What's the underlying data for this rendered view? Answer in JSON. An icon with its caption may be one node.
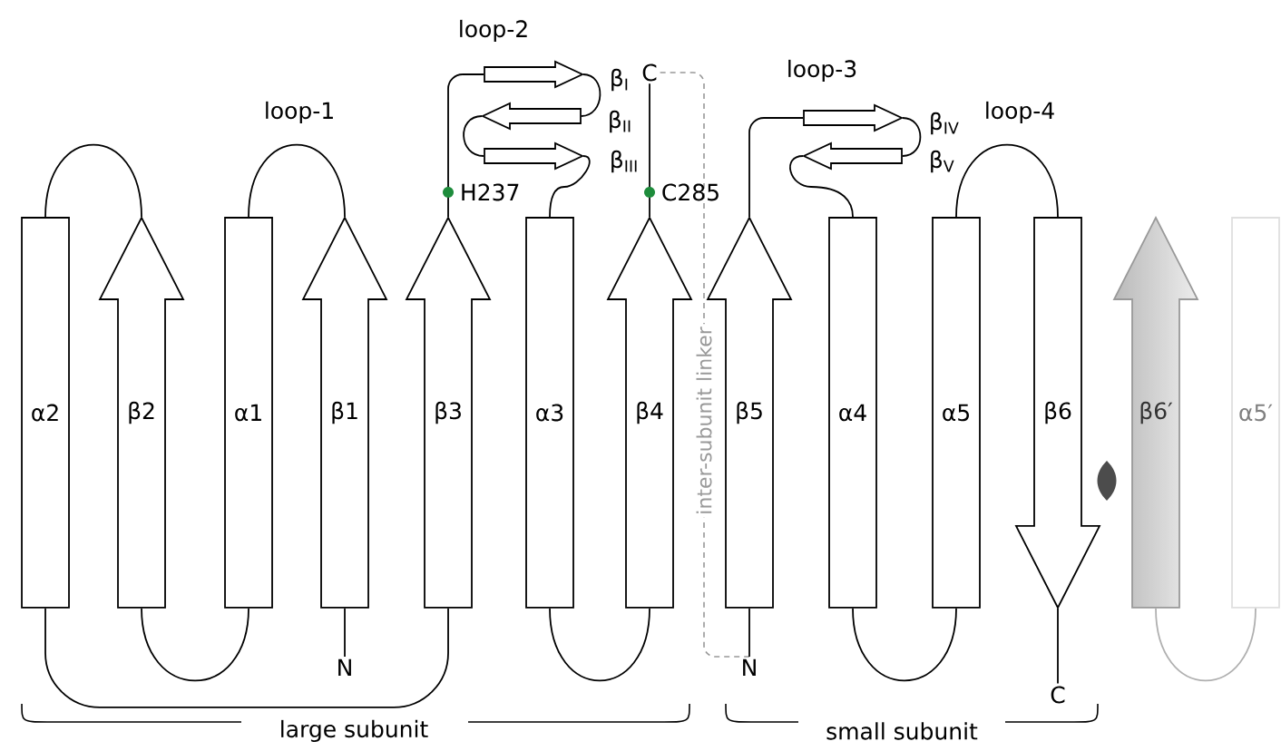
{
  "diagram": {
    "nodes": [
      {
        "text": [
          "α2"
        ]
      },
      {
        "text": [
          "β2"
        ]
      },
      {
        "text": [
          "α1"
        ]
      },
      {
        "text": [
          "β1"
        ]
      },
      {
        "text": [
          "β3"
        ]
      },
      {
        "text": [
          "α3"
        ]
      },
      {
        "text": [
          "β4"
        ]
      },
      {
        "text": [
          "β5"
        ]
      },
      {
        "text": [
          "α4"
        ]
      },
      {
        "text": [
          "α5"
        ]
      },
      {
        "text": [
          "β6"
        ]
      },
      {
        "text": [
          "β6′"
        ]
      },
      {
        "text": [
          "α5′"
        ]
      },
      {
        "text": [
          "β$_{I}$"
        ]
      },
      {
        "text": [
          "β$_{II}$"
        ]
      },
      {
        "text": [
          "β$_{III}$"
        ]
      },
      {
        "text": [
          "β$_{IV}$"
        ]
      },
      {
        "text": [
          "β$_{V}$"
        ]
      },
      {
        "text": [
          "N"
        ]
      },
      {
        "text": [
          "C"
        ]
      },
      {
        "text": [
          "N"
        ]
      },
      {
        "text": [
          "C"
        ]
      }
    ],
    "edges": [
      {
        "from": 18,
        "to": 3,
        "arrow": "none"
      },
      {
        "from": 3,
        "to": 2,
        "arrow": "none"
      },
      {
        "from": 2,
        "to": 1,
        "arrow": "none"
      },
      {
        "from": 1,
        "to": 0,
        "arrow": "none"
      },
      {
        "from": 0,
        "to": 4,
        "arrow": "none"
      },
      {
        "from": 4,
        "to": 13,
        "arrow": "none"
      },
      {
        "from": 13,
        "to": 14,
        "arrow": "none"
      },
      {
        "from": 14,
        "to": 15,
        "arrow": "none"
      },
      {
        "from": 15,
        "to": 5,
        "arrow": "none"
      },
      {
        "from": 5,
        "to": 6,
        "arrow": "none"
      },
      {
        "from": 6,
        "to": 19,
        "arrow": "none"
      },
      {
        "from": 19,
        "to": 20,
        "arrow": "none",
        "label": "inter-subunit linker",
        "style": "dashed",
        "color": "#999999"
      },
      {
        "from": 20,
        "to": 7,
        "arrow": "none"
      },
      {
        "from": 7,
        "to": 16,
        "arrow": "none"
      },
      {
        "from": 16,
        "to": 17,
        "arrow": "none"
      },
      {
        "from": 17,
        "to": 8,
        "arrow": "none"
      },
      {
        "from": 8,
        "to": 9,
        "arrow": "none"
      },
      {
        "from": 9,
        "to": 10,
        "arrow": "none"
      },
      {
        "from": 10,
        "to": 21,
        "arrow": "none"
      },
      {
        "from": 11,
        "to": 12,
        "arrow": "none",
        "color": "#b0b0b0"
      }
    ],
    "labels": [
      "loop-2",
      "loop-1",
      "loop-3",
      "loop-4",
      "H237",
      "C285",
      "large subunit",
      "small subunit"
    ]
  }
}
